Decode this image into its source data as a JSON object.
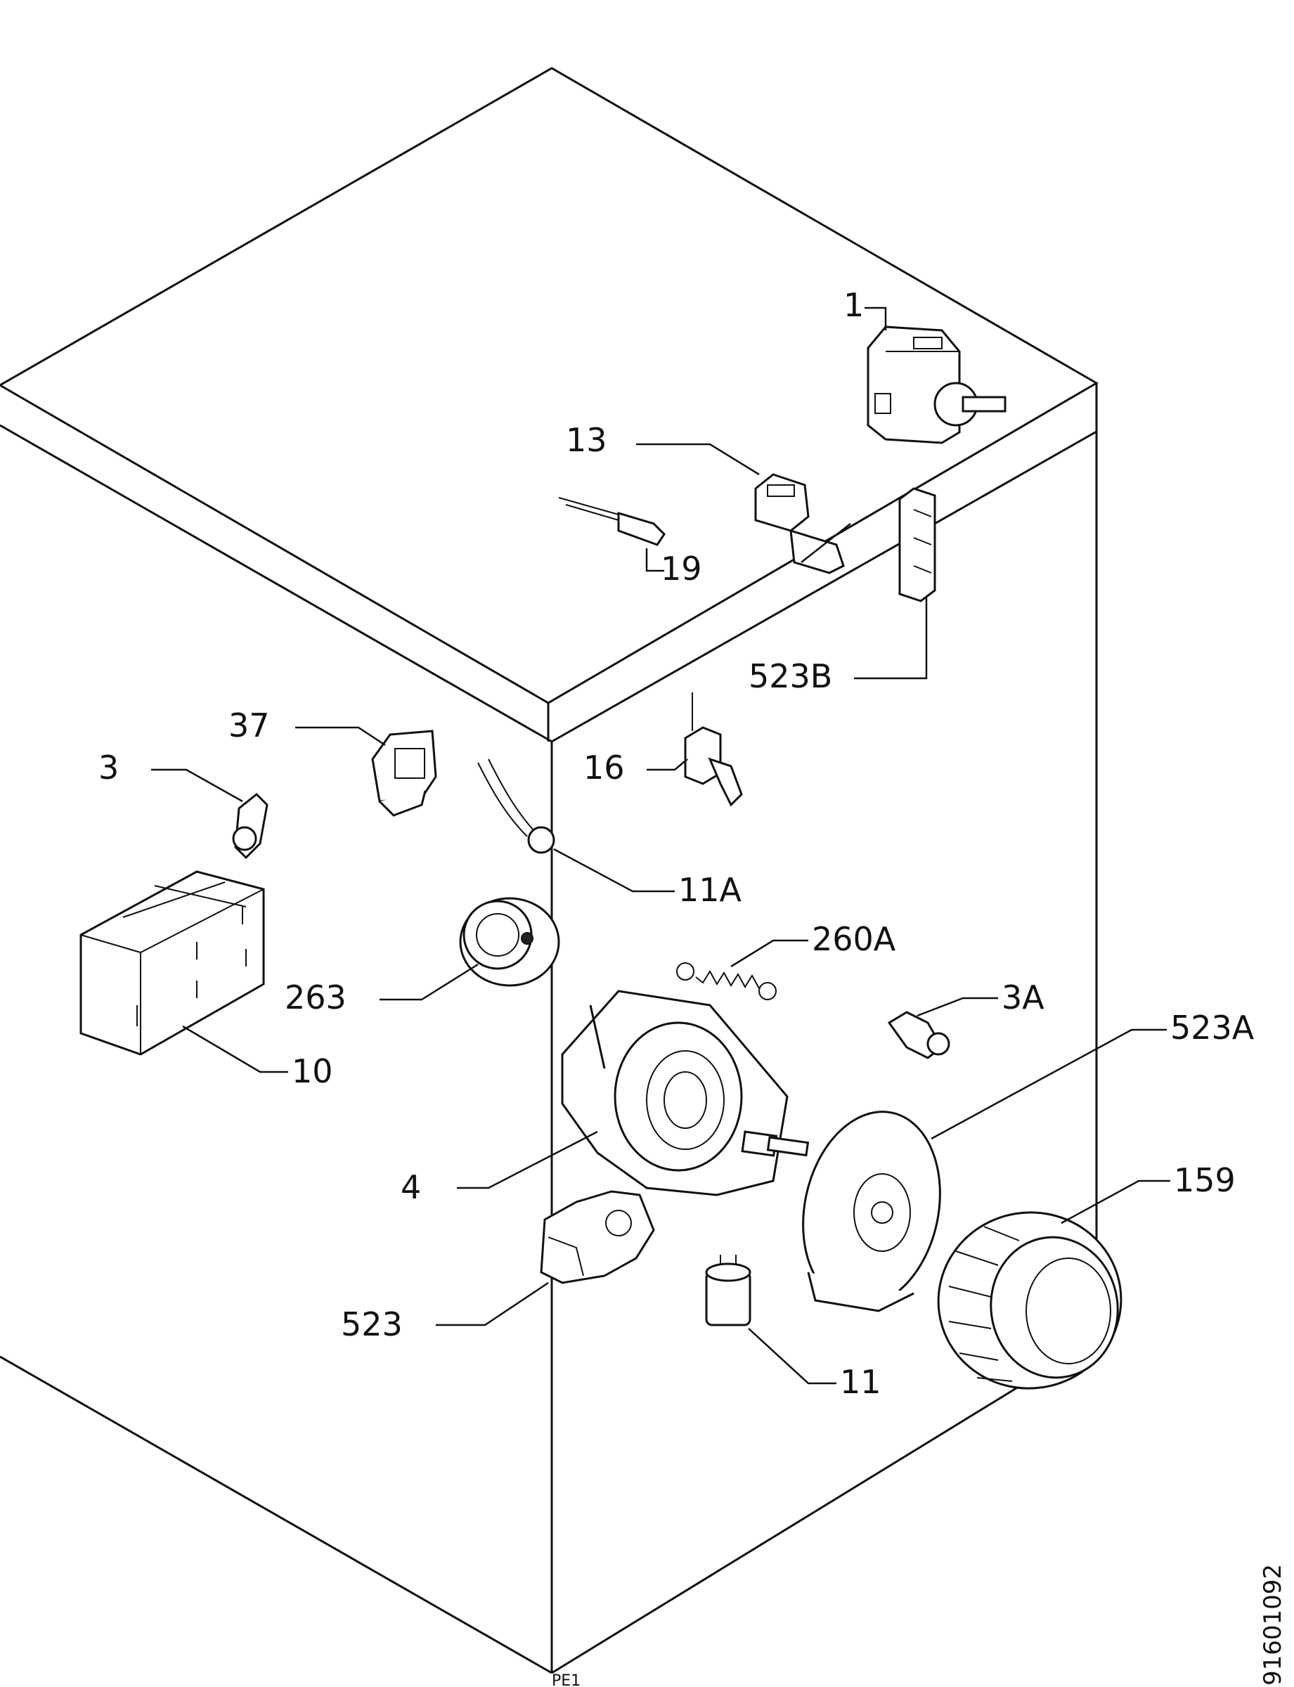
{
  "diagram": {
    "side_code": "91601092",
    "corner_mark": "PE1",
    "labels": {
      "p1": "1",
      "p13": "13",
      "p19": "19",
      "p523b": "523B",
      "p37": "37",
      "p3": "3",
      "p16": "16",
      "p11a": "11A",
      "p263": "263",
      "p260a": "260A",
      "p10": "10",
      "p3a": "3A",
      "p523a": "523A",
      "p4": "4",
      "p159": "159",
      "p523": "523",
      "p11": "11"
    }
  }
}
